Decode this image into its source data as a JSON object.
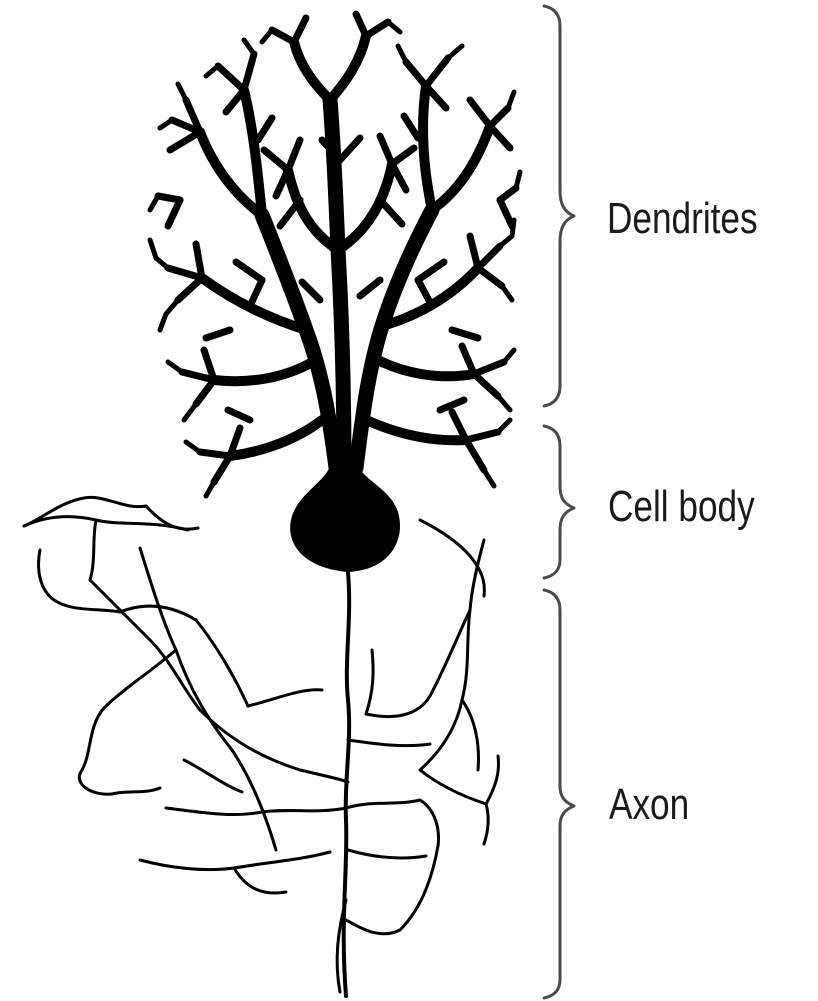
{
  "labels": {
    "dendrites": "Dendrites",
    "cell_body": "Cell body",
    "axon": "Axon"
  },
  "colors": {
    "ink": "#000000",
    "bracket": "#4a4a4a",
    "text": "#1a1a1a",
    "background": "#ffffff"
  }
}
